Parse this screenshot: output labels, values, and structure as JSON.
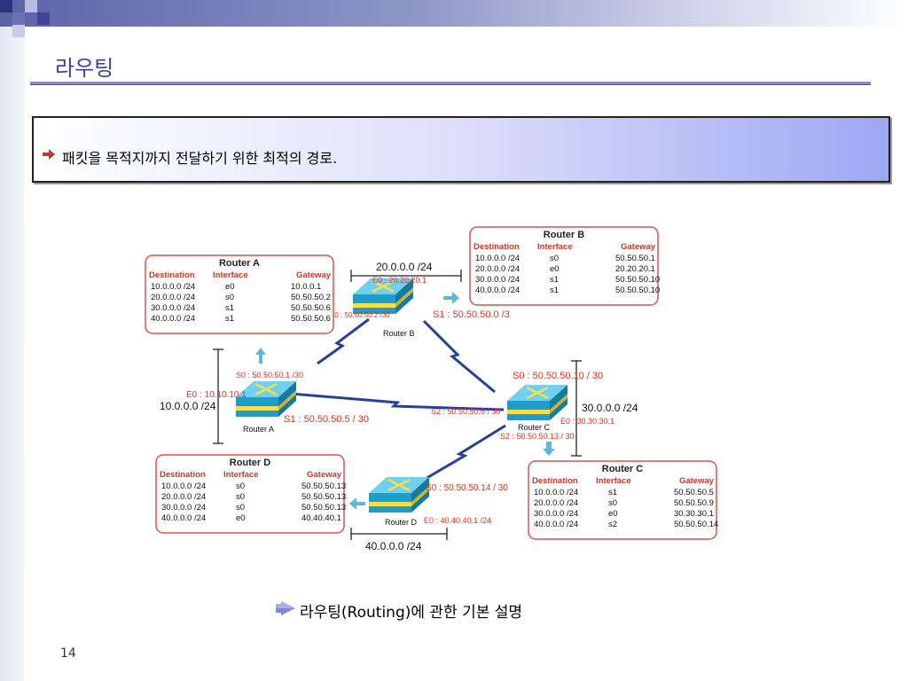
{
  "slide": {
    "title": "라우팅",
    "callout_text": "패킷을 목적지까지 전달하기 위한 최적의 경로.",
    "caption": "라우팅(Routing)에 관한 기본 설명",
    "page_number": "14"
  },
  "colors": {
    "title": "#3b3fa0",
    "table_border": "#d9534f",
    "table_header": "#c0392b",
    "interface_label": "#e0301e",
    "network_label": "#111111",
    "router_body": "#1f9cc9",
    "router_stripe": "#f4e04d",
    "link": "#2a3f9a",
    "arrow": "#5fb6d6"
  },
  "diagram": {
    "routers": [
      {
        "label": "Router A"
      },
      {
        "label": "Router B"
      },
      {
        "label": "Router C"
      },
      {
        "label": "Router D"
      }
    ],
    "tables": [
      {
        "title": "Router A",
        "headers": [
          "Destination",
          "Interface",
          "Gateway"
        ],
        "rows": [
          [
            "10.0.0.0 /24",
            "e0",
            "10.0.0.1"
          ],
          [
            "20.0.0.0 /24",
            "s0",
            "50.50.50.2"
          ],
          [
            "30.0.0.0 /24",
            "s1",
            "50.50.50.6"
          ],
          [
            "40.0.0.0 /24",
            "s1",
            "50.50.50.6"
          ]
        ]
      },
      {
        "title": "Router B",
        "headers": [
          "Destination",
          "Interface",
          "Gateway"
        ],
        "rows": [
          [
            "10.0.0.0 /24",
            "s0",
            "50.50.50.1"
          ],
          [
            "20.0.0.0 /24",
            "e0",
            "20.20.20.1"
          ],
          [
            "30.0.0.0 /24",
            "s1",
            "50.50.50.10"
          ],
          [
            "40.0.0.0 /24",
            "s1",
            "50.50.50.10"
          ]
        ]
      },
      {
        "title": "Router C",
        "headers": [
          "Destination",
          "Interface",
          "Gateway"
        ],
        "rows": [
          [
            "10.0.0.0 /24",
            "s1",
            "50.50.50.5"
          ],
          [
            "20.0.0.0 /24",
            "s0",
            "50.50.50.9"
          ],
          [
            "30.0.0.0 /24",
            "e0",
            "30.30.30.1"
          ],
          [
            "40.0.0.0 /24",
            "s2",
            "50.50.50.14"
          ]
        ]
      },
      {
        "title": "Router D",
        "headers": [
          "Destination",
          "Interface",
          "Gateway"
        ],
        "rows": [
          [
            "10.0.0.0 /24",
            "s0",
            "50.50.50.13"
          ],
          [
            "20.0.0.0 /24",
            "s0",
            "50.50.50.13"
          ],
          [
            "30.0.0.0 /24",
            "s0",
            "50.50.50.13"
          ],
          [
            "40.0.0.0 /24",
            "e0",
            "40.40.40.1"
          ]
        ]
      }
    ],
    "networks": {
      "a": "10.0.0.0 /24",
      "b": "20.0.0.0 /24",
      "c": "30.0.0.0 /24",
      "d": "40.0.0.0 /24"
    },
    "interfaces": {
      "b_e0": "E0 : 20.20.20.1",
      "b_s0": "S0 : 50.50.50.2 /30",
      "b_s1": "S1 : 50.50.50.0 /3",
      "a_s0": "S0 : 50.50.50.1 /30",
      "a_e0": "E0 : 10.10.10.1",
      "a_s1": "S1 : 50.50.50.5 / 30",
      "c_s0": "S0 : 50.50.50.10 / 30",
      "c_s2_left": "S2 : 50.50.50.6 / 30",
      "c_e0": "E0 : 30.30.30.1",
      "c_s2": "S2 : 50.50.50.13 / 30",
      "d_s0": "S0 : 50.50.50.14 / 30",
      "d_e0": "E0 : 40.40.40.1 /24"
    }
  }
}
